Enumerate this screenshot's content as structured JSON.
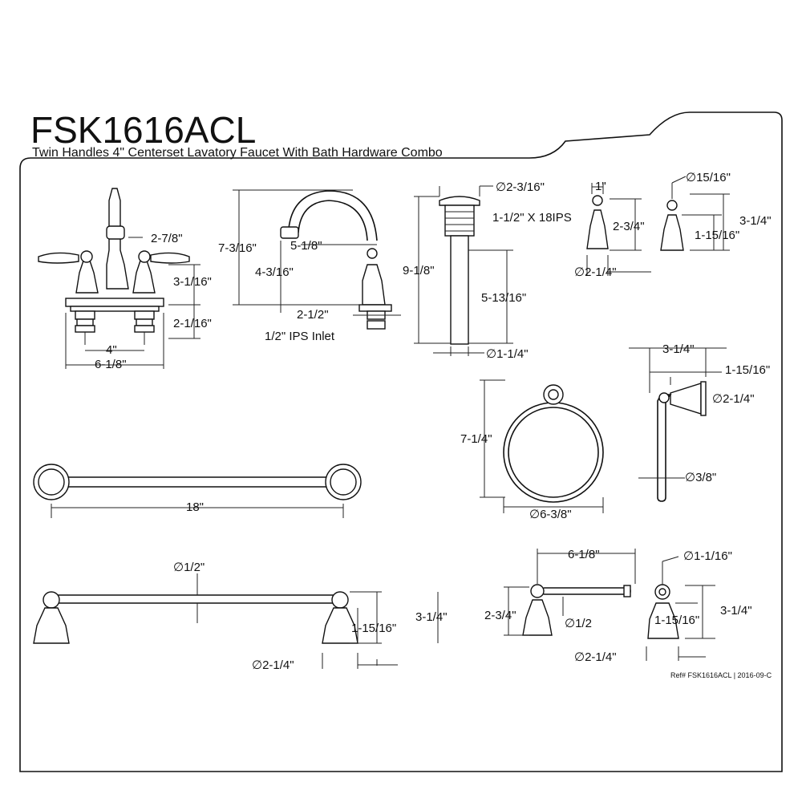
{
  "header": {
    "title": "FSK1616ACL",
    "subtitle": "Twin Handles 4\" Centerset Lavatory Faucet With Bath Hardware Combo"
  },
  "faucet": {
    "handle_offset": "2-7/8\"",
    "handle_height": "3-1/16\"",
    "shank_height": "2-1/16\"",
    "center": "4\"",
    "base_width": "6-1/8\""
  },
  "spout": {
    "total_height": "7-3/16\"",
    "spout_reach": "5-1/8\"",
    "spout_height": "4-3/16\"",
    "base": "2-1/2\"",
    "inlet": "1/2\" IPS Inlet"
  },
  "drain": {
    "top_diameter": "∅2-3/16\"",
    "thread": "1-1/2\" X 18IPS",
    "total_height": "9-1/8\"",
    "body_height": "5-13/16\"",
    "tail_diameter": "∅1-1/4\""
  },
  "robe_hook": {
    "width": "1\"",
    "height": "2-3/4\"",
    "base": "∅2-1/4\""
  },
  "hook_side": {
    "diameter": "∅15/16\"",
    "height": "3-1/4\"",
    "center_height": "1-15/16\""
  },
  "towel_ring": {
    "height": "7-1/4\"",
    "diameter": "∅6-3/8\""
  },
  "ring_side": {
    "projection": "3-1/4\"",
    "center": "1-15/16\"",
    "base": "∅2-1/4\"",
    "rod": "∅3/8\""
  },
  "towel_bar_front": {
    "length": "18\""
  },
  "towel_bar_side": {
    "rod": "∅1/2\"",
    "center_height": "1-15/16\"",
    "height": "3-1/4\"",
    "base": "∅2-1/4\""
  },
  "paper_holder": {
    "length": "6-1/8\"",
    "height": "2-3/4\"",
    "rod": "∅1/2"
  },
  "paper_side": {
    "diameter": "∅1-1/16\"",
    "height": "3-1/4\"",
    "center_height": "1-15/16\"",
    "base": "∅2-1/4\""
  },
  "footer": {
    "ref": "Ref# FSK1616ACL | 2016-09-C"
  }
}
